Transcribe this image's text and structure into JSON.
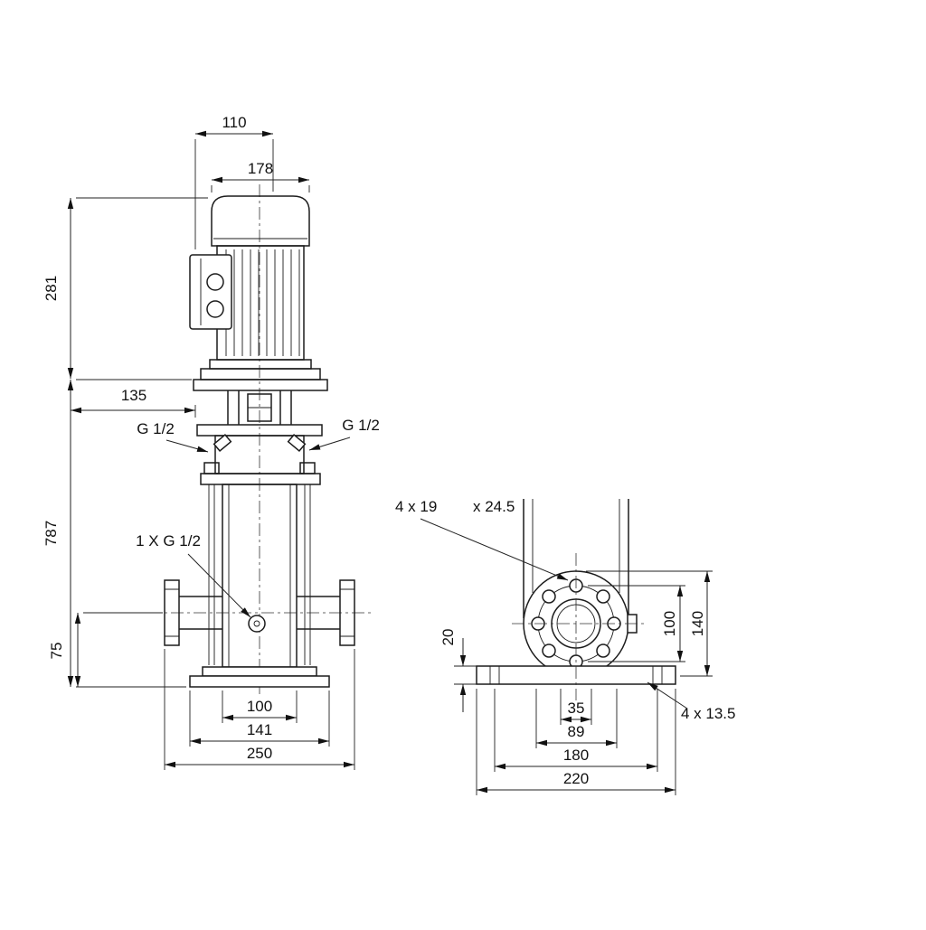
{
  "drawing": {
    "front": {
      "fan_width": "110",
      "motor_width": "178",
      "motor_height": "281",
      "stool_width": "135",
      "left_port": "G 1/2",
      "right_port": "G 1/2",
      "pump_height": "787",
      "drain": "1 X G 1/2",
      "port_height": "75",
      "stack_width": "100",
      "base_inner_width": "141",
      "overall_width": "250"
    },
    "side": {
      "hole_callout": "4 x 19",
      "spigot_callout": "x 24.5",
      "base_thickness": "20",
      "bolt_circle": "100",
      "flange_od": "140",
      "offset_35": "35",
      "offset_89": "89",
      "hole_spacing": "180",
      "base_length": "220",
      "base_holes": "4 x 13.5"
    }
  }
}
